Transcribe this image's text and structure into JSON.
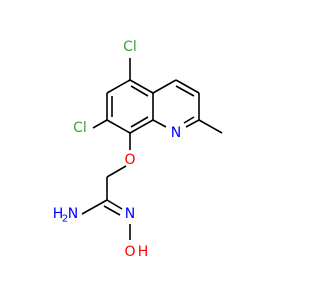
{
  "molecule": {
    "atoms": {
      "cl_top": {
        "label": "Cl",
        "color": "#33aa33"
      },
      "cl_left": {
        "label": "Cl",
        "color": "#33aa33"
      },
      "ring_n": {
        "label": "N",
        "color": "#0000ff"
      },
      "ether_o": {
        "label": "O",
        "color": "#ff0000"
      },
      "amine": {
        "label": "H",
        "sub": "2",
        "main": "N",
        "color": "#0000ff"
      },
      "imine_n": {
        "label": "N",
        "color": "#0000ff"
      },
      "hydroxyl": {
        "label": "O",
        "h": "H",
        "color": "#ff0000"
      }
    }
  }
}
